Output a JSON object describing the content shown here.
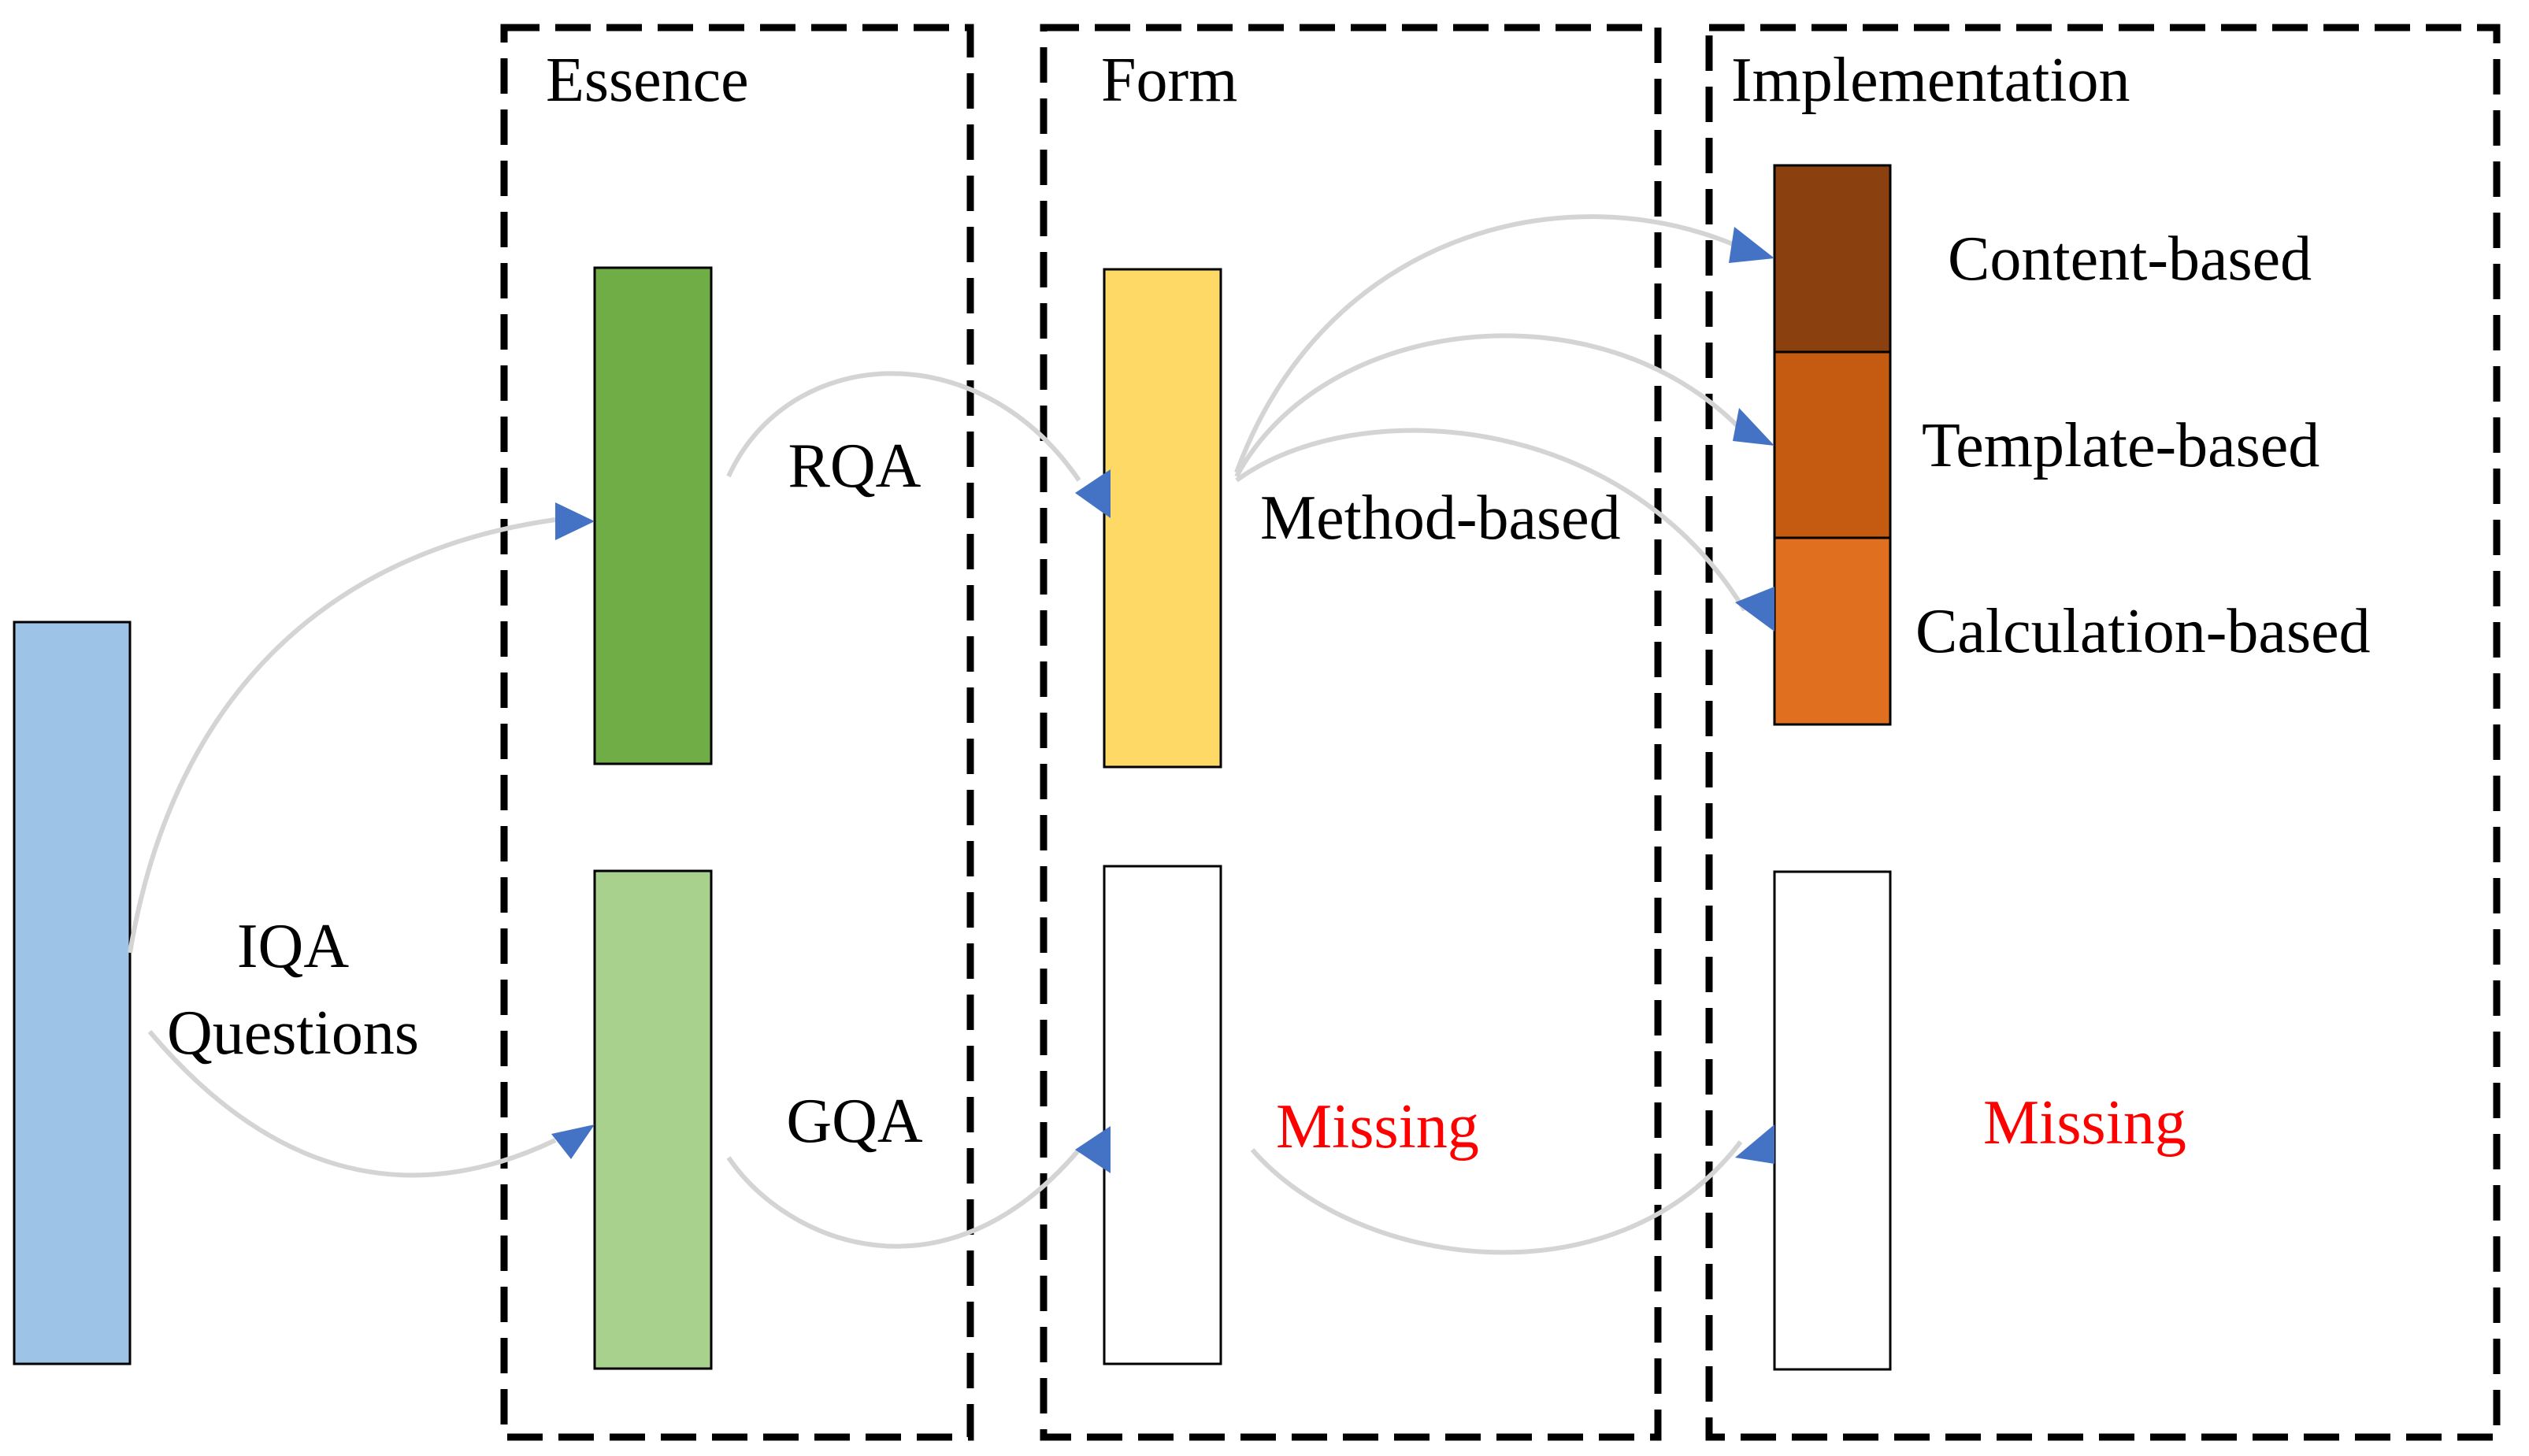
{
  "panels": {
    "essence_title": "Essence",
    "form_title": "Form",
    "implementation_title": "Implementation"
  },
  "labels": {
    "iqa_line1": "IQA",
    "iqa_line2": "Questions",
    "rqa": "RQA",
    "gqa": "GQA",
    "method_based": "Method-based",
    "content_based": "Content-based",
    "template_based": "Template-based",
    "calculation_based": "Calculation-based",
    "missing_form": "Missing",
    "missing_implementation": "Missing"
  },
  "colors": {
    "iqa_bar": "#9dc3e6",
    "rqa_bar": "#70ad47",
    "gqa_bar": "#a9d18e",
    "method_bar": "#ffd966",
    "content_bar": "#843c0c",
    "template_bar": "#c55a11",
    "calculation_bar": "#e07020",
    "empty_bar": "#ffffff",
    "arrow": "#4472c4",
    "connector": "#d4d4d4",
    "missing_text": "#ff0000"
  }
}
